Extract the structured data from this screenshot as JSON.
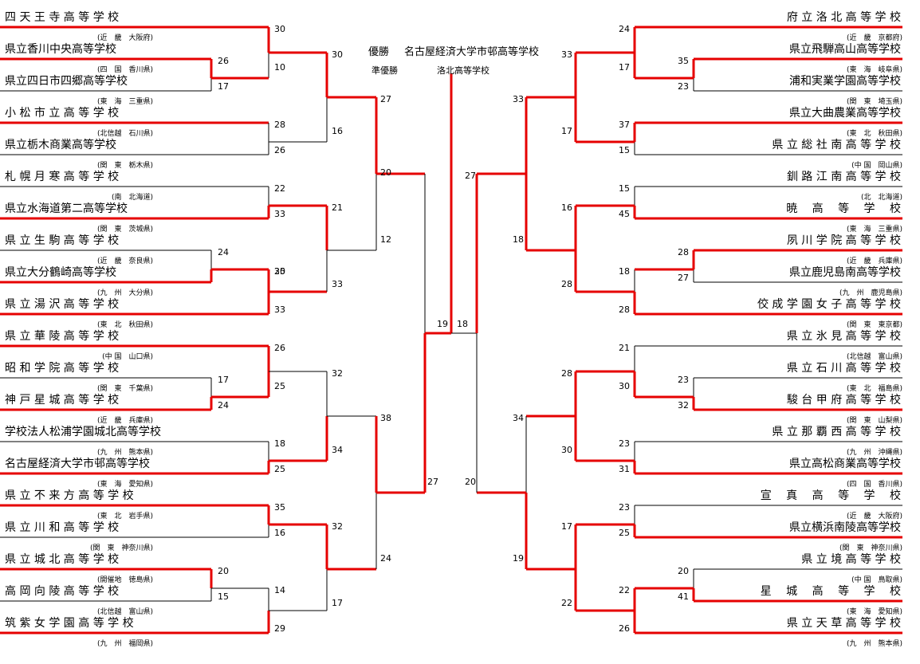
{
  "header": {
    "champion_label": "優勝",
    "champion_name": "名古屋経済大学市邨高等学校",
    "runnerup_label": "準優勝",
    "runnerup_name": "洛北高等学校"
  },
  "left_teams": [
    {
      "name": "四 天 王 寺 高 等 学 校",
      "region": "(近　畿　大阪府)"
    },
    {
      "name": "県立香川中央高等学校",
      "region": "(四　国　香川県)"
    },
    {
      "name": "県立四日市四郷高等学校",
      "region": "(東　海　三重県)"
    },
    {
      "name": "小 松 市 立 高 等 学 校",
      "region": "(北信越　石川県)"
    },
    {
      "name": "県立栃木商業高等学校",
      "region": "(関　東　栃木県)"
    },
    {
      "name": "札 幌 月 寒 高 等 学 校",
      "region": "(南　北海道)"
    },
    {
      "name": "県立水海道第二高等学校",
      "region": "(関　東　茨城県)"
    },
    {
      "name": "県 立 生 駒 高 等 学 校",
      "region": "(近　畿　奈良県)"
    },
    {
      "name": "県立大分鶴崎高等学校",
      "region": "(九　州　大分県)"
    },
    {
      "name": "県 立 湯 沢 高 等 学 校",
      "region": "(東　北　秋田県)"
    },
    {
      "name": "県 立 華 陵 高 等 学 校",
      "region": "(中 国　山口県)"
    },
    {
      "name": "昭 和 学 院 高 等 学 校",
      "region": "(関　東　千葉県)"
    },
    {
      "name": "神 戸 星 城 高 等 学 校",
      "region": "(近　畿　兵庫県)"
    },
    {
      "name": "学校法人松浦学園城北高等学校",
      "region": "(九　州　熊本県)"
    },
    {
      "name": "名古屋経済大学市邨高等学校",
      "region": "(東　海　愛知県)"
    },
    {
      "name": "県 立 不 来 方 高 等 学 校",
      "region": "(東　北　岩手県)"
    },
    {
      "name": "県 立 川 和 高 等 学 校",
      "region": "(関　東　神奈川県)"
    },
    {
      "name": "県 立 城 北 高 等 学 校",
      "region": "(開催地　徳島県)"
    },
    {
      "name": "高 岡 向 陵 高 等 学 校",
      "region": "(北信越　富山県)"
    },
    {
      "name": "筑 紫 女 学 園 高 等 学 校",
      "region": "(九　州　福岡県)"
    }
  ],
  "right_teams": [
    {
      "name": "府 立 洛 北 高 等 学 校",
      "region": "(近　畿　京都府)"
    },
    {
      "name": "県立飛騨高山高等学校",
      "region": "(東　海　岐阜県)"
    },
    {
      "name": "浦和実業学園高等学校",
      "region": "(関　東　埼玉県)"
    },
    {
      "name": "県立大曲農業高等学校",
      "region": "(東　北　秋田県)"
    },
    {
      "name": "県 立 総 社 南 高 等 学 校",
      "region": "(中 国　岡山県)"
    },
    {
      "name": "釧 路 江 南 高 等 学 校",
      "region": "(北　北海道)"
    },
    {
      "name": "暁　 高　 等　 学　 校",
      "region": "(東　海　三重県)"
    },
    {
      "name": "夙 川 学 院 高 等 学 校",
      "region": "(近　畿　兵庫県)"
    },
    {
      "name": "県立鹿児島南高等学校",
      "region": "(九　州　鹿児島県)"
    },
    {
      "name": "佼 成 学 園 女 子 高 等 学 校",
      "region": "(関　東　東京都)"
    },
    {
      "name": "県 立 氷 見 高 等 学 校",
      "region": "(北信越　富山県)"
    },
    {
      "name": "県 立 石 川 高 等 学 校",
      "region": "(東　北　福島県)"
    },
    {
      "name": "駿 台 甲 府 高 等 学 校",
      "region": "(関　東　山梨県)"
    },
    {
      "name": "県 立 那 覇 西 高 等 学 校",
      "region": "(九　州　沖縄県)"
    },
    {
      "name": "県立高松商業高等学校",
      "region": "(四　国　香川県)"
    },
    {
      "name": "宣　 真　 高　 等　 学　 校",
      "region": "(近　畿　大阪府)"
    },
    {
      "name": "県立横浜南陵高等学校",
      "region": "(関　東　神奈川県)"
    },
    {
      "name": "県 立 境 高 等 学 校",
      "region": "(中 国　鳥取県)"
    },
    {
      "name": "星　 城　 高　 等　 学　 校",
      "region": "(東　海　愛知県)"
    },
    {
      "name": "県 立 天 草 高 等 学 校",
      "region": "(九　州　熊本県)"
    }
  ],
  "left_scores": [
    "30",
    "26",
    "10",
    "17",
    "30",
    "28",
    "16",
    "26",
    "27",
    "22",
    "21",
    "33",
    "24",
    "12",
    "25",
    "33",
    "30",
    "33",
    "20",
    "26",
    "19",
    "32",
    "17",
    "25",
    "24",
    "38",
    "18",
    "34",
    "25",
    "27",
    "35",
    "32",
    "16",
    "20",
    "24",
    "14",
    "15",
    "17",
    "29"
  ],
  "right_scores": [
    "24",
    "33",
    "17",
    "35",
    "23",
    "33",
    "37",
    "17",
    "15",
    "27",
    "15",
    "16",
    "45",
    "18",
    "28",
    "18",
    "27",
    "28",
    "28",
    "18",
    "21",
    "28",
    "23",
    "30",
    "32",
    "34",
    "23",
    "30",
    "31",
    "20",
    "23",
    "17",
    "25",
    "20",
    "19",
    "22",
    "41",
    "22",
    "26"
  ]
}
